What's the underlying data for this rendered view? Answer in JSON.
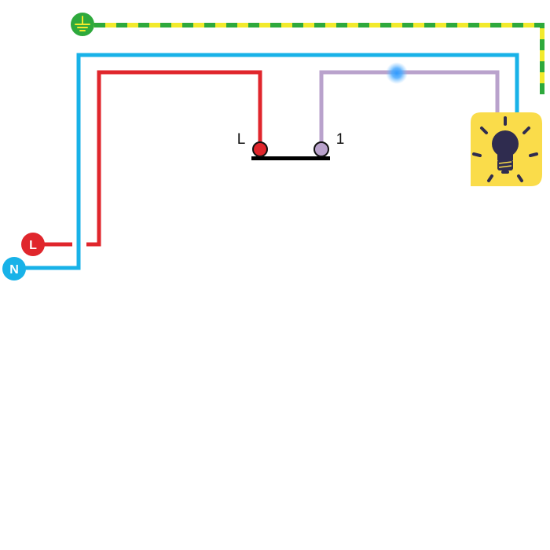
{
  "sources": {
    "line_label": "L",
    "neutral_label": "N",
    "earth_icon": "earth-ground-icon"
  },
  "switch": {
    "terminal_in_label": "L",
    "terminal_out_label": "1"
  },
  "lamp": {
    "icon": "light-bulb-icon"
  },
  "colors": {
    "live": "#e0262c",
    "neutral": "#18b2e8",
    "earth_green": "#2ea93c",
    "earth_yellow": "#f2ea2c",
    "switched": "#b9a2cc",
    "lamp_bg": "#fadc4a",
    "bulb": "#2f2c4f",
    "signal_glow": "#2f9bff",
    "switch_bar": "#000000"
  }
}
